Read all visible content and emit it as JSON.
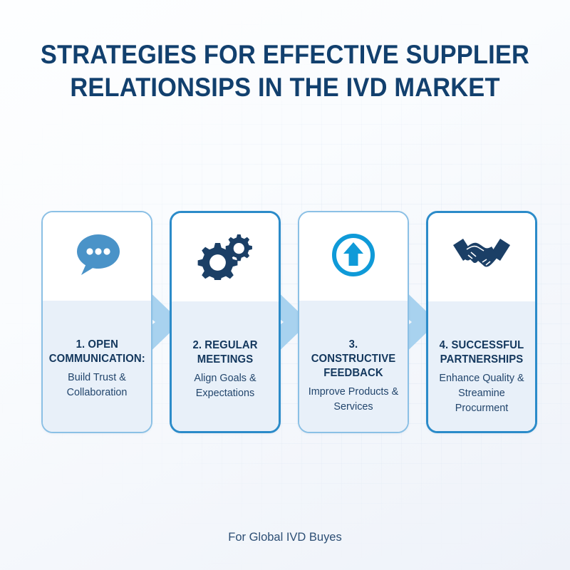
{
  "title": {
    "line1": "STRATEGIES FOR EFFECTIVE SUPPLIER",
    "line2": "RELATIONSIPS IN THE  IVD  MARKET"
  },
  "colors": {
    "title_navy": "#12406e",
    "icon_navy": "#1b3f66",
    "icon_blue": "#4a93c8",
    "icon_cyan": "#0f9ad8",
    "card_border": "#8bc0e5",
    "card_border_accent": "#2b8bc9",
    "card_body_bg": "#e8f0f9",
    "chevron": "#a8d2ef",
    "page_bg": "#f4f6fa"
  },
  "steps": [
    {
      "icon": "speech-bubble-icon",
      "heading": "1. OPEN COMMUNICATION:",
      "text": "Build Trust & Collaboration",
      "accent": false
    },
    {
      "icon": "gears-icon",
      "heading": "2. REGULAR MEETINGS",
      "text": "Align Goals & Expectations",
      "accent": true
    },
    {
      "icon": "arrow-up-circle-icon",
      "heading": "3. CONSTRUCTIVE FEEDBACK",
      "text": "Improve Products & Services",
      "accent": false
    },
    {
      "icon": "handshake-icon",
      "heading": "4. SUCCESSFUL PARTNERSHIPS",
      "text": "Enhance Quality & Streamine Procurment",
      "accent": true
    }
  ],
  "footer": {
    "note": "For Global IVD Buyes"
  }
}
